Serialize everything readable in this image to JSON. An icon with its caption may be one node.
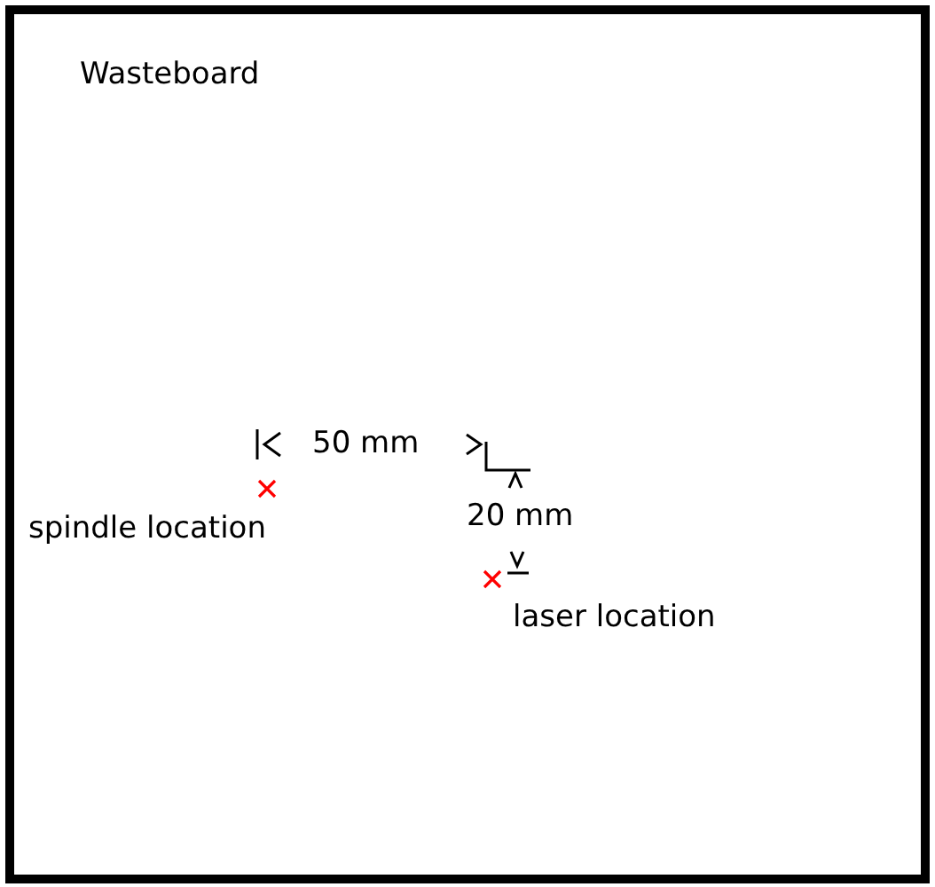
{
  "diagram": {
    "nodes": [
      {
        "text": [
          "Wasteboard"
        ]
      },
      {
        "text": [],
        "shape": "cross",
        "in": 0,
        "beside": [
          "spindle location"
        ]
      },
      {
        "text": [],
        "shape": "cross",
        "in": 0,
        "beside": [
          "laser location"
        ]
      }
    ],
    "labels": [
      "50 mm",
      "20 mm"
    ]
  }
}
